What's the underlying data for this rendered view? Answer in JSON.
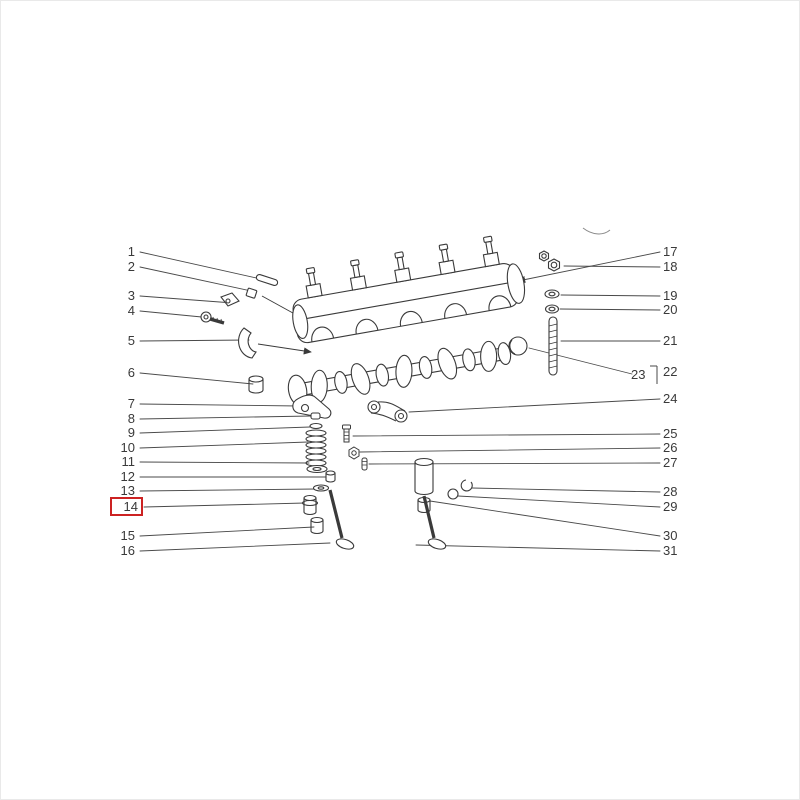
{
  "diagram": {
    "type": "exploded-parts-diagram",
    "subject": "camshaft-and-valve-train",
    "background_color": "#ffffff",
    "line_color": "#3a3a3a",
    "label_color": "#3a3a3a",
    "highlight": {
      "number": "14",
      "box_color": "#cc2222"
    },
    "callouts": {
      "left": [
        {
          "number": "1"
        },
        {
          "number": "2"
        },
        {
          "number": "3"
        },
        {
          "number": "4"
        },
        {
          "number": "5"
        },
        {
          "number": "6"
        },
        {
          "number": "7"
        },
        {
          "number": "8"
        },
        {
          "number": "9"
        },
        {
          "number": "10"
        },
        {
          "number": "11"
        },
        {
          "number": "12"
        },
        {
          "number": "13"
        },
        {
          "number": "14"
        },
        {
          "number": "15"
        },
        {
          "number": "16"
        }
      ],
      "right": [
        {
          "number": "17"
        },
        {
          "number": "18"
        },
        {
          "number": "19"
        },
        {
          "number": "20"
        },
        {
          "number": "21"
        },
        {
          "number": "22"
        },
        {
          "number": "23"
        },
        {
          "number": "24"
        },
        {
          "number": "25"
        },
        {
          "number": "26"
        },
        {
          "number": "27"
        },
        {
          "number": "28"
        },
        {
          "number": "29"
        },
        {
          "number": "30"
        },
        {
          "number": "31"
        }
      ]
    }
  }
}
